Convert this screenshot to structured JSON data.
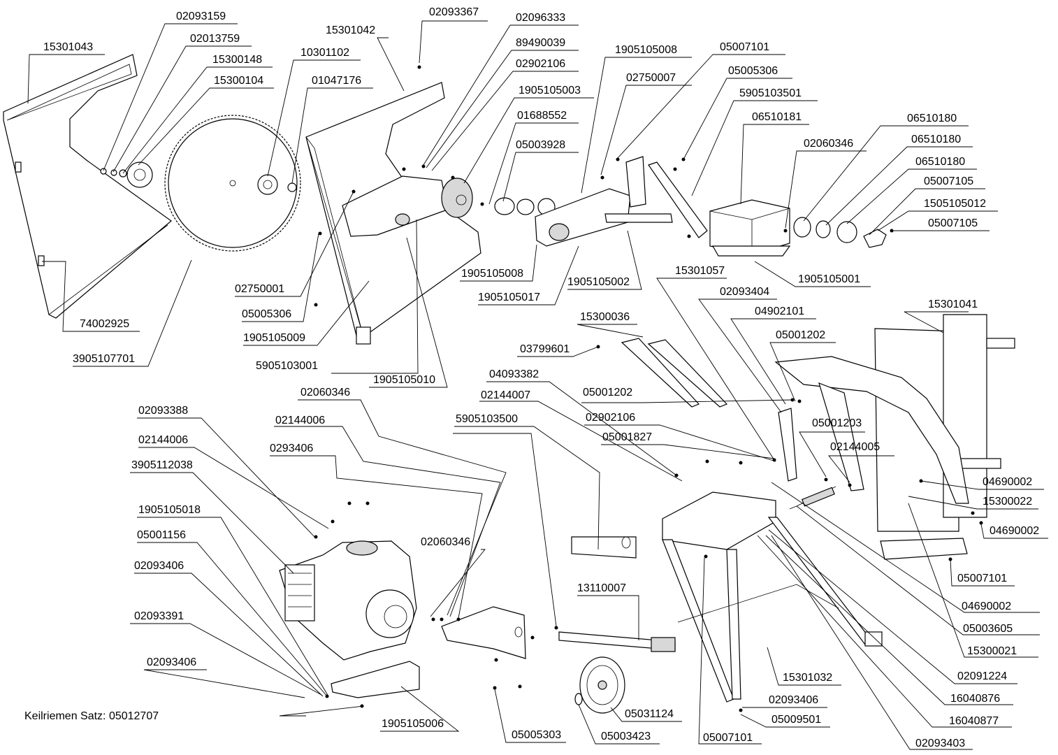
{
  "note": "Keilriemen Satz: 05012707",
  "labels": [
    "15301043",
    "02093159",
    "02013759",
    "15300148",
    "15300104",
    "10301102",
    "01047176",
    "15301042",
    "02093367",
    "02096333",
    "89490039",
    "02902106",
    "1905105003",
    "01688552",
    "05003928",
    "1905105008",
    "02750007",
    "05007101",
    "05005306",
    "5905103501",
    "06510181",
    "02060346",
    "06510180",
    "06510180",
    "06510180",
    "05007105",
    "1505105012",
    "05007105",
    "02750001",
    "05005306",
    "1905105009",
    "5905103001",
    "1905105010",
    "74002925",
    "3905107701",
    "1905105008",
    "1905105017",
    "1905105002",
    "1905105001",
    "15301057",
    "02093404",
    "04902101",
    "05001202",
    "15301041",
    "15300036",
    "03799601",
    "04093382",
    "02144007",
    "05001202",
    "5905103500",
    "02902106",
    "05001827",
    "05001203",
    "02144005",
    "04690002",
    "15300022",
    "04690002",
    "05007101",
    "04690002",
    "05003605",
    "15300021",
    "02091224",
    "16040876",
    "16040877",
    "02093403",
    "15301032",
    "02093406",
    "05009501",
    "05007101",
    "05031124",
    "05003423",
    "13110007",
    "02060346",
    "02093388",
    "02144006",
    "02144006",
    "0293406",
    "3905112038",
    "1905105018",
    "05001156",
    "02093406",
    "02093391",
    "02093406",
    "1905105006",
    "05005303",
    "02060346"
  ]
}
